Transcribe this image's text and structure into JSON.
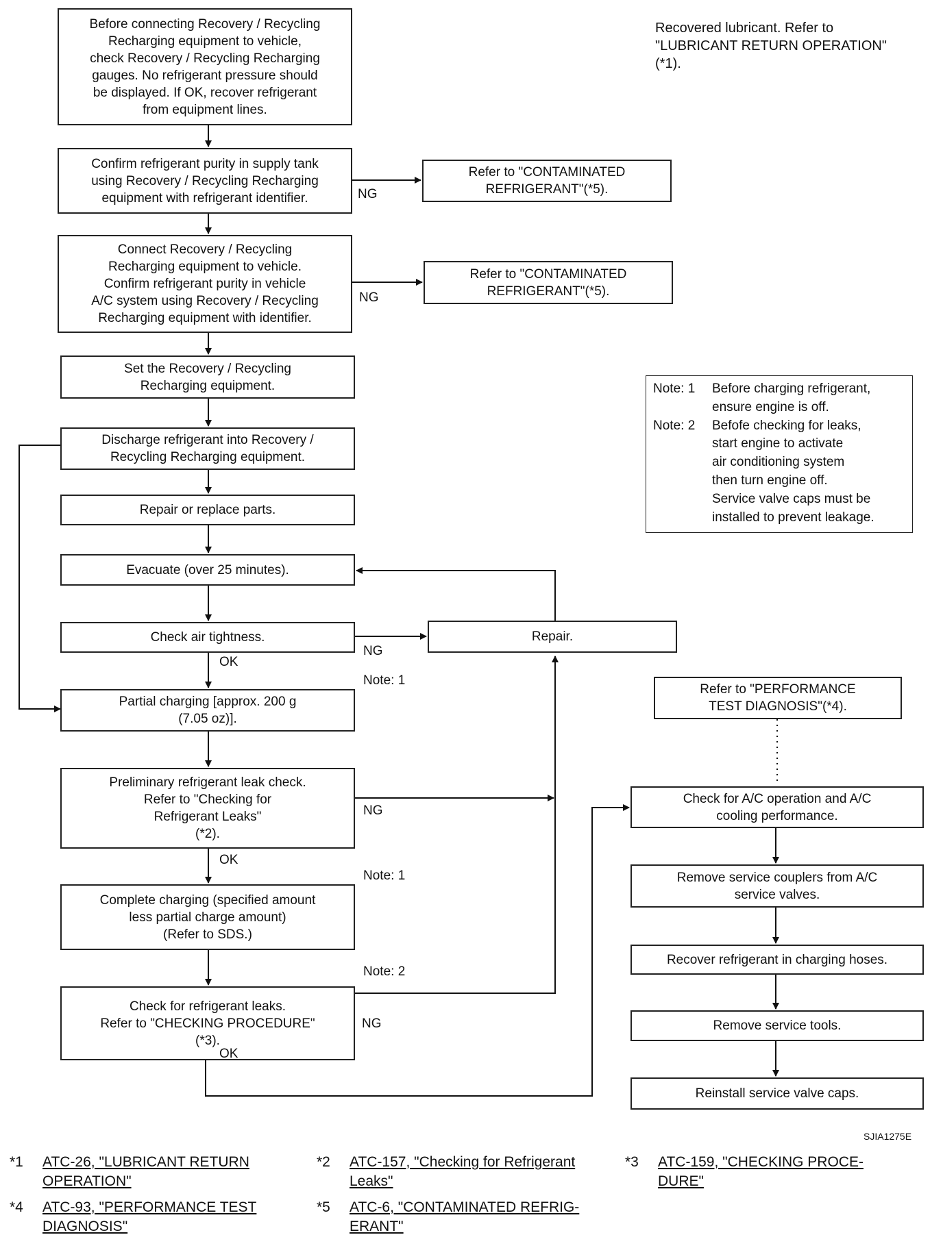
{
  "steps": {
    "s1": "Before connecting Recovery / Recycling\nRecharging equipment to vehicle,\ncheck Recovery / Recycling Recharging\ngauges. No refrigerant pressure should\nbe displayed. If OK, recover refrigerant\nfrom equipment lines.",
    "s2": "Confirm refrigerant purity in supply tank\nusing Recovery / Recycling Recharging\nequipment with refrigerant identifier.",
    "s3": "Connect Recovery / Recycling\nRecharging equipment to vehicle.\nConfirm refrigerant purity in vehicle\nA/C system using Recovery / Recycling\nRecharging equipment with identifier.",
    "s4": "Set the Recovery / Recycling\nRecharging equipment.",
    "s5": "Discharge refrigerant into Recovery /\nRecycling Recharging equipment.",
    "s6": "Repair  or  replace  parts.",
    "s7": "Evacuate  (over  25  minutes).",
    "s8": "Check  air  tightness.",
    "s9": "Partial  charging  [approx.  200  g\n(7.05  oz)].",
    "s10": "Preliminary  refrigerant  leak  check.\nRefer to \"Checking for\nRefrigerant Leaks\"\n(*2).",
    "s11": "Complete  charging  (specified  amount\nless  partial  charge  amount)\n(Refer  to  SDS.)",
    "s12": "Check  for  refrigerant  leaks.\nRefer  to  \"CHECKING  PROCEDURE\"\n(*3).",
    "c1": "Refer to \"CONTAMINATED\nREFRIGERANT\"(*5).",
    "c2": "Refer to \"CONTAMINATED\nREFRIGERANT\"(*5).",
    "repair": "Repair.",
    "perf": "Refer to \"PERFORMANCE\nTEST DIAGNOSIS\"(*4).",
    "r1": "Check  for  A/C  operation  and  A/C\ncooling  performance.",
    "r2": "Remove  service  couplers  from  A/C\nservice  valves.",
    "r3": "Recover  refrigerant  in  charging  hoses.",
    "r4": "Remove  service  tools.",
    "r5": "Reinstall  service  valve  caps."
  },
  "labels": {
    "ng": "NG",
    "ok": "OK",
    "note1": "Note:  1",
    "note2": "Note:  2"
  },
  "recovered_note": "Recovered lubricant. Refer to\n\"LUBRICANT RETURN OPERATION\"\n(*1).",
  "notes_box": [
    {
      "key": "Note:  1",
      "lines": [
        "Before charging refrigerant,",
        "ensure engine is off."
      ]
    },
    {
      "key": "Note:  2",
      "lines": [
        "Befofe checking for leaks,",
        "start engine to activate",
        "air conditioning system",
        "then turn engine off.",
        "Service valve caps must be",
        "installed to prevent leakage."
      ]
    }
  ],
  "figure_id": "SJIA1275E",
  "footnotes": [
    {
      "key": "*1",
      "text": "ATC-26, \"LUBRICANT RETURN\nOPERATION\""
    },
    {
      "key": "*2",
      "text": "ATC-157, \"Checking for Refrigerant\nLeaks\""
    },
    {
      "key": "*3",
      "text": "ATC-159, \"CHECKING PROCE-\nDURE\""
    },
    {
      "key": "*4",
      "text": "ATC-93, \"PERFORMANCE TEST\nDIAGNOSIS\""
    },
    {
      "key": "*5",
      "text": "ATC-6, \"CONTAMINATED REFRIG-\nERANT\""
    }
  ]
}
